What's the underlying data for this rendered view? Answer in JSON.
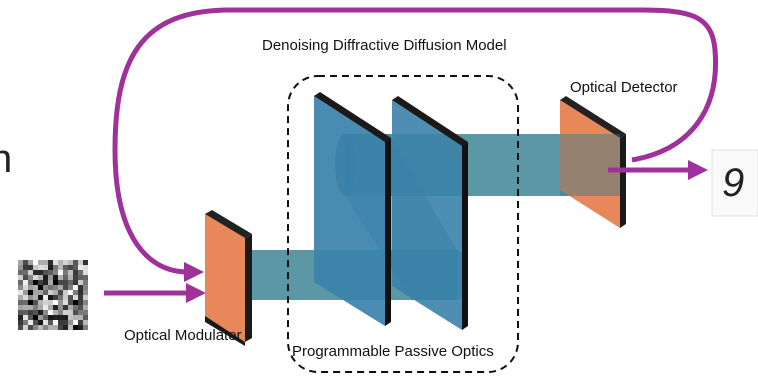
{
  "diagram": {
    "title": "Denoising Diffractive Diffusion Model",
    "modulator_label": "Optical Modulator",
    "optics_label": "Programmable Passive Optics",
    "detector_label": "Optical Detector",
    "cropped_glyph": "n",
    "output_digit": "9"
  },
  "colors": {
    "feedback_arrow": "#a0309a",
    "modulator": "#e8875a",
    "detector": "#e8875a",
    "optics_plates": "#3b82aa",
    "beam": "#2e7a8c",
    "plate_edge": "#1a1a1a"
  }
}
